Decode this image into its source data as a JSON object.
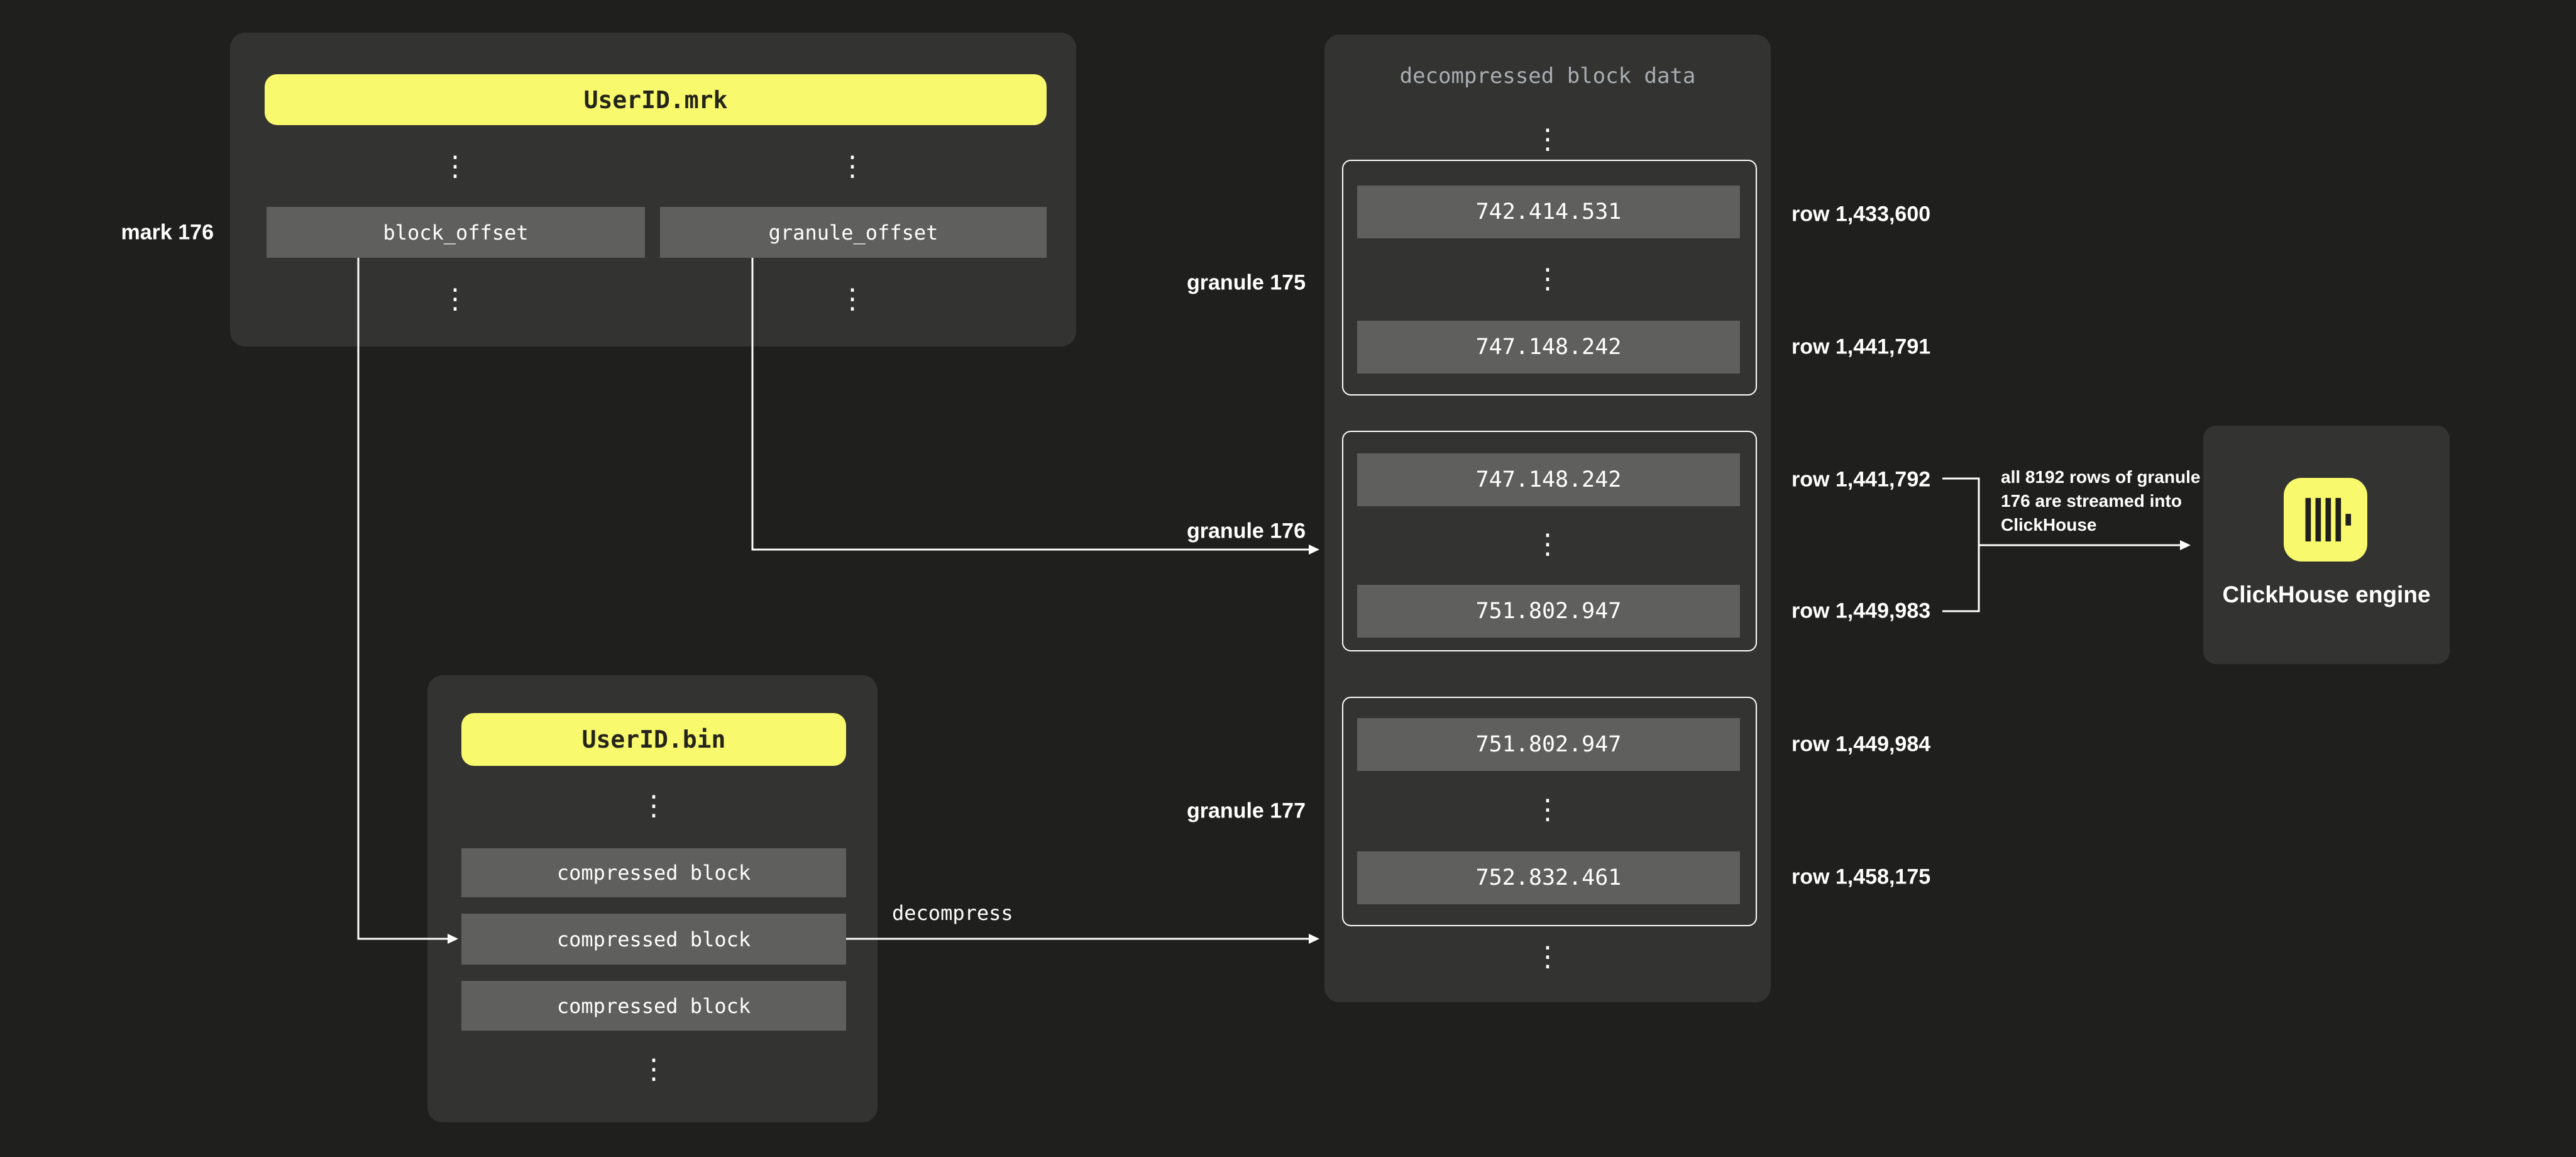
{
  "diagram": {
    "ellipsis": "⋮",
    "mrk_file": {
      "title": "UserID.mrk",
      "mark_label": "mark 176",
      "fields": [
        {
          "label": "block_offset"
        },
        {
          "label": "granule_offset"
        }
      ]
    },
    "bin_file": {
      "title": "UserID.bin",
      "blocks": [
        {
          "label": "compressed block"
        },
        {
          "label": "compressed block"
        },
        {
          "label": "compressed block"
        }
      ]
    },
    "decompress_label": "decompress",
    "decompressed": {
      "title": "decompressed block data",
      "granules": [
        {
          "label": "granule 175",
          "top_value": "742.414.531",
          "bottom_value": "747.148.242",
          "top_row": "row 1,433,600",
          "bottom_row": "row 1,441,791"
        },
        {
          "label": "granule 176",
          "top_value": "747.148.242",
          "bottom_value": "751.802.947",
          "top_row": "row 1,441,792",
          "bottom_row": "row 1,449,983"
        },
        {
          "label": "granule 177",
          "top_value": "751.802.947",
          "bottom_value": "752.832.461",
          "top_row": "row 1,449,984",
          "bottom_row": "row 1,458,175"
        }
      ]
    },
    "annotation": {
      "lines": [
        "all 8192 rows of granule",
        "176 are streamed into",
        "ClickHouse"
      ]
    },
    "engine": {
      "label": "ClickHouse engine"
    },
    "colors": {
      "background": "#1f1f1d",
      "panel": "#333331",
      "cell_gray": "#5f5f5d",
      "accent_yellow": "#f8f96d",
      "muted_text": "#a9aeb3",
      "text_white": "#ffffff"
    }
  }
}
